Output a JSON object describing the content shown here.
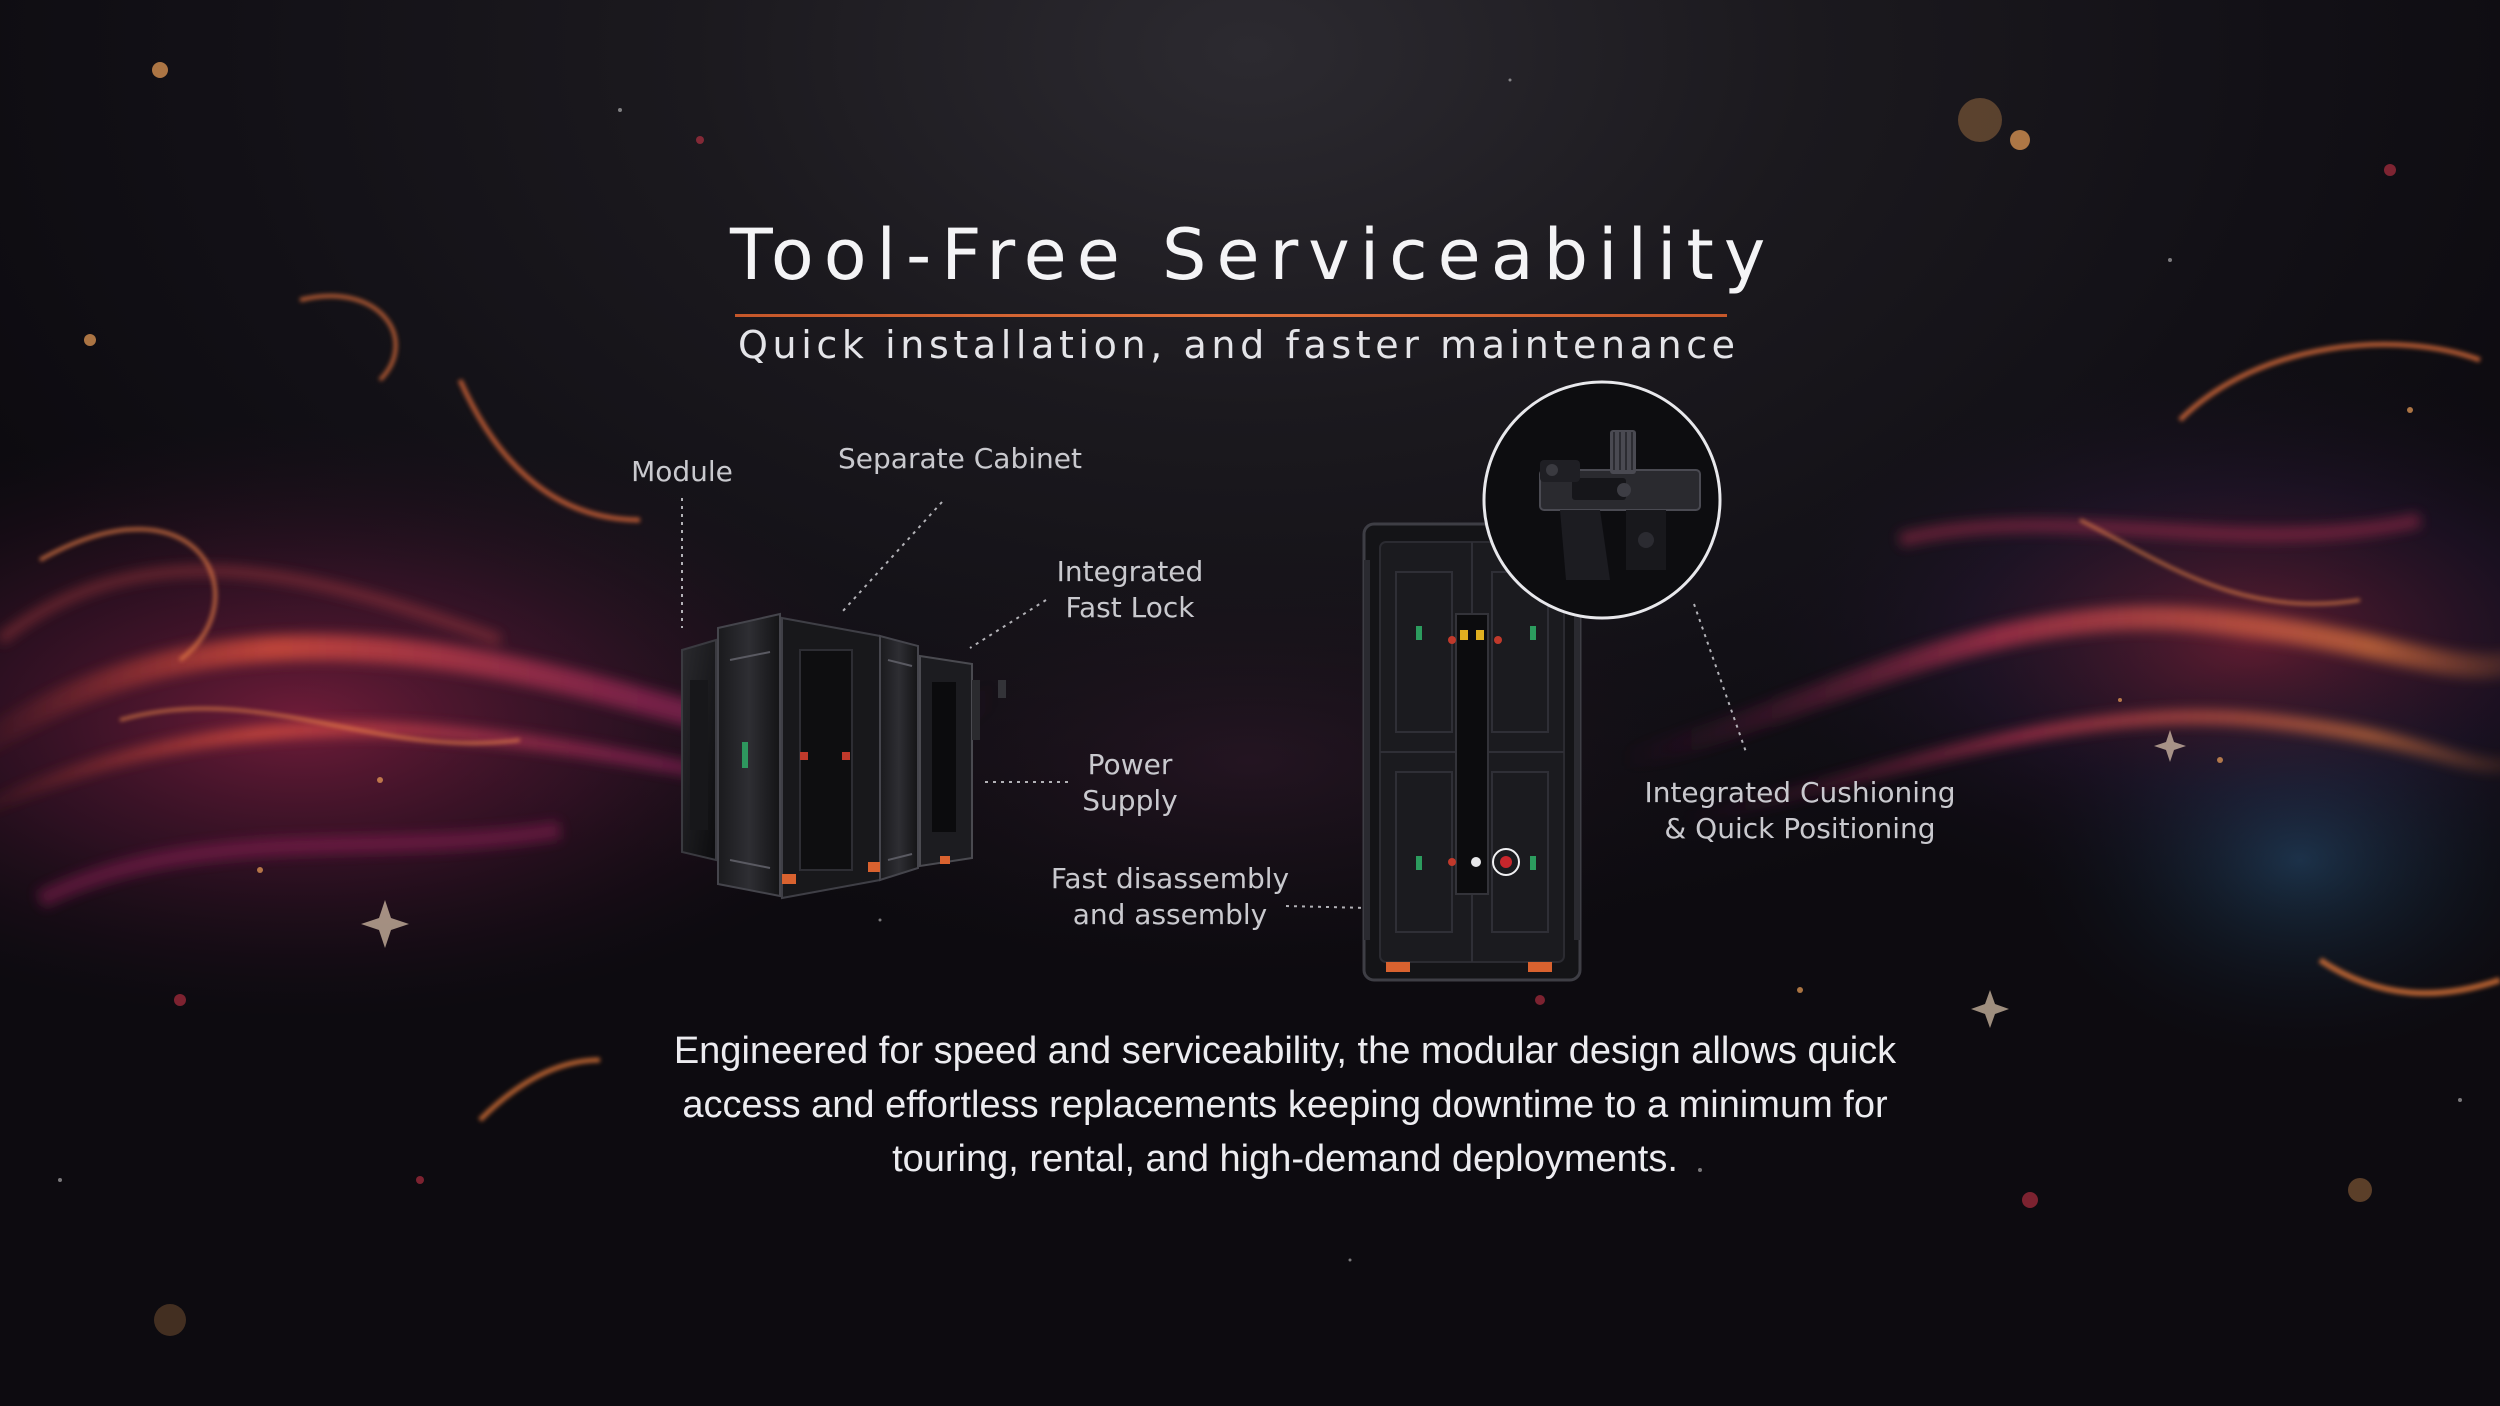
{
  "title": "Tool-Free Serviceability",
  "subtitle": "Quick installation, and faster maintenance",
  "callouts": {
    "module": "Module",
    "separate_cabinet": "Separate Cabinet",
    "fast_lock_1": "Integrated",
    "fast_lock_2": "Fast Lock",
    "power_1": "Power",
    "power_2": "Supply",
    "fast_dis_1": "Fast disassembly",
    "fast_dis_2": "and assembly",
    "cushion_1": "Integrated Cushioning",
    "cushion_2": "& Quick Positioning"
  },
  "body": {
    "line1": "Engineered for speed and serviceability, the modular design allows quick",
    "line2": "access and effortless replacements keeping downtime to a minimum for",
    "line3": "touring, rental, and high-demand deployments."
  },
  "colors": {
    "accent": "#d9622f",
    "background": "#121015",
    "highlight_red": "#c8262c"
  },
  "icons": {
    "exploded_cabinet": "exploded-cabinet-illustration",
    "assembled_cabinet": "assembled-cabinet-illustration",
    "lock_detail": "lock-detail-magnifier"
  }
}
